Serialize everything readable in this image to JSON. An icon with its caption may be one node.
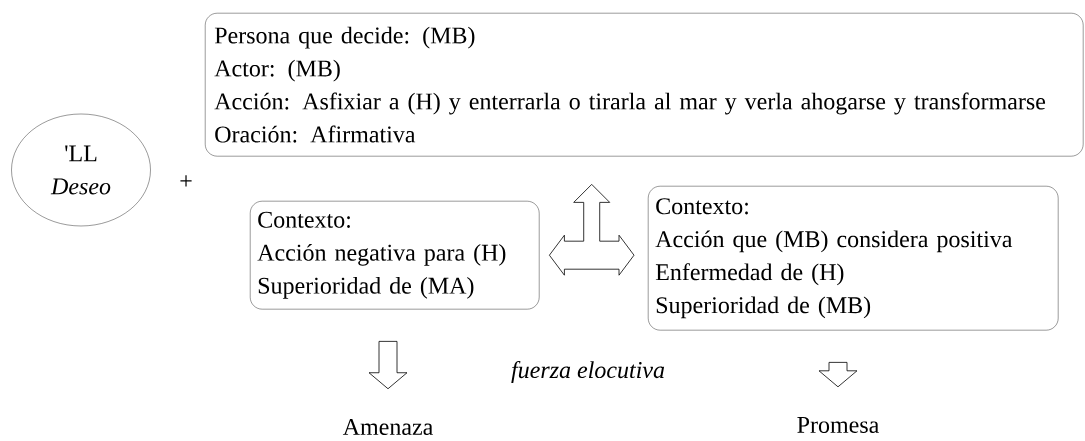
{
  "diagram": {
    "nodes": [
      {
        "text": [
          "'LL",
          "Deseo"
        ]
      },
      {
        "text": [
          "Persona que decide: (MB)",
          "Actor:  (MB)",
          "Acción: Asfixiar a (H) y enterrarla o tirarla al mar y verla ahogarse y transformarse",
          "Oración: Afirmativa"
        ]
      },
      {
        "text": [
          "Contexto:",
          "Acción negativa para (H)",
          "Superioridad de (MA)"
        ]
      },
      {
        "text": [
          "Contexto:",
          "Acción que (MB) considera positiva",
          "Enfermedad de (H)",
          "Superioridad de (MB)"
        ]
      },
      {
        "text": [
          "Amenaza"
        ]
      },
      {
        "text": [
          "Promesa"
        ]
      }
    ],
    "edges": [
      {
        "from": 2,
        "to": 3,
        "arrow": "both"
      },
      {
        "from": null,
        "to": 1,
        "arrow": "to"
      },
      {
        "from": 2,
        "to": 4,
        "arrow": "to"
      },
      {
        "from": 3,
        "to": 5,
        "arrow": "to"
      }
    ],
    "labels": [
      "+",
      "fuerza elocutiva"
    ]
  }
}
